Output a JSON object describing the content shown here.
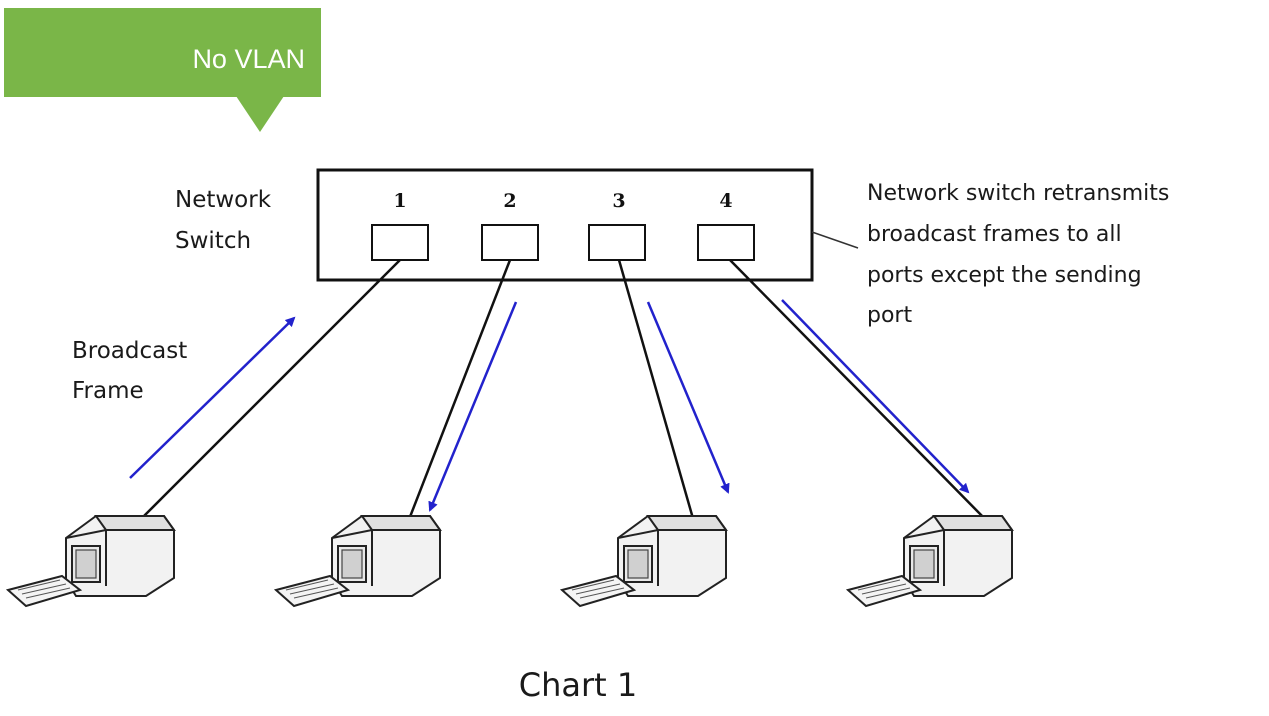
{
  "banner": {
    "label": "No VLAN",
    "color": "#7ab648"
  },
  "switch": {
    "label_line1": "Network",
    "label_line2": "Switch",
    "ports": [
      {
        "number": "1"
      },
      {
        "number": "2"
      },
      {
        "number": "3"
      },
      {
        "number": "4"
      }
    ]
  },
  "broadcast": {
    "line1": "Broadcast",
    "line2": "Frame"
  },
  "annotation": {
    "line1": "Network switch retransmits",
    "line2": "broadcast frames to  all",
    "line3": "ports except the sending",
    "line4": "port"
  },
  "caption": "Chart 1",
  "colors": {
    "arrow": "#2222cc",
    "cable": "#111111"
  },
  "icons": [
    "computer-icon",
    "keyboard-icon",
    "arrow-icon"
  ]
}
